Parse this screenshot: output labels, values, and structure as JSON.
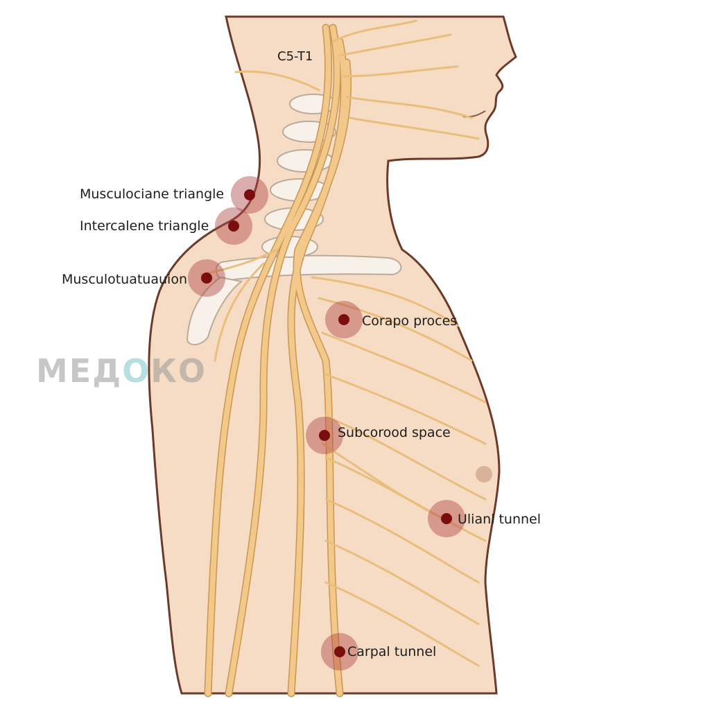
{
  "labels": {
    "root": "C5-T1",
    "musculociane": "Musculociane triangle",
    "intercalene": "Intercalene triangle",
    "musculotuatuauion": "Musculotuatuauion",
    "corapo": "Corapo proces",
    "subcorood": "Subcorood space",
    "ulianl": "Ulianl tunnel",
    "carpal": "Carpal tunnel"
  },
  "watermark": {
    "part1": "МЕД",
    "part2": "О",
    "part3": "КО"
  },
  "colors": {
    "skin": "#f6dcc4",
    "skin_outline": "#6b3a2a",
    "nerve": "#f2c98a",
    "nerve_outline": "#c9954f",
    "bone": "#f7f1ea",
    "bone_outline": "#b9aa9a",
    "marker_halo": "#b04848",
    "marker_dot": "#7a0e0e"
  }
}
